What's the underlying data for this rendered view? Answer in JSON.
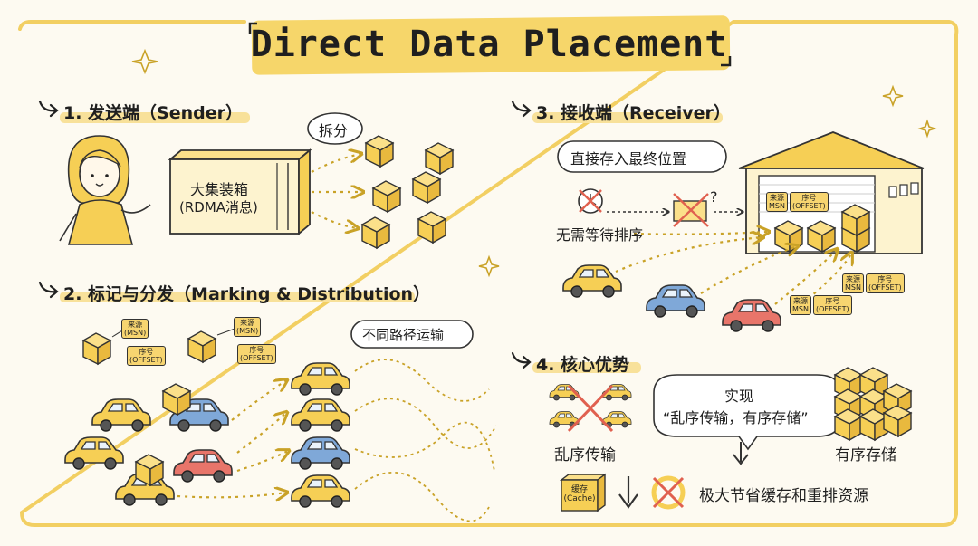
{
  "title": "Direct Data Placement",
  "sections": {
    "sender": "1. 发送端（Sender）",
    "marking": "2. 标记与分发（Marking & Distribution）",
    "receiver": "3. 接收端（Receiver）",
    "advantages": "4. 核心优势"
  },
  "sender": {
    "container_line1": "大集装箱",
    "container_line2": "(RDMA消息)",
    "split_bubble": "拆分"
  },
  "marking": {
    "tag_source": "来源\n(MSN)",
    "tag_offset": "序号\n(OFFSET)",
    "routes_bubble": "不同路径运输"
  },
  "receiver": {
    "place_bubble": "直接存入最终位置",
    "no_wait": "无需等待排序",
    "question": "?",
    "tag_source": "来源\nMSN",
    "tag_offset": "序号\n(OFFSET)"
  },
  "advantages": {
    "bubble_line1": "实现",
    "bubble_line2": "“乱序传输，有序存储”",
    "out_of_order": "乱序传输",
    "in_order": "有序存储",
    "cache_label": "缓存\n(Cache)",
    "saving": "极大节省缓存和重排资源"
  },
  "colors": {
    "yellow": "#f6cf55",
    "paper": "#fdfaf1",
    "ink": "#1f1f1f",
    "blue": "#7fa8d8",
    "red": "#e8756a",
    "redcross": "#e0604f"
  }
}
